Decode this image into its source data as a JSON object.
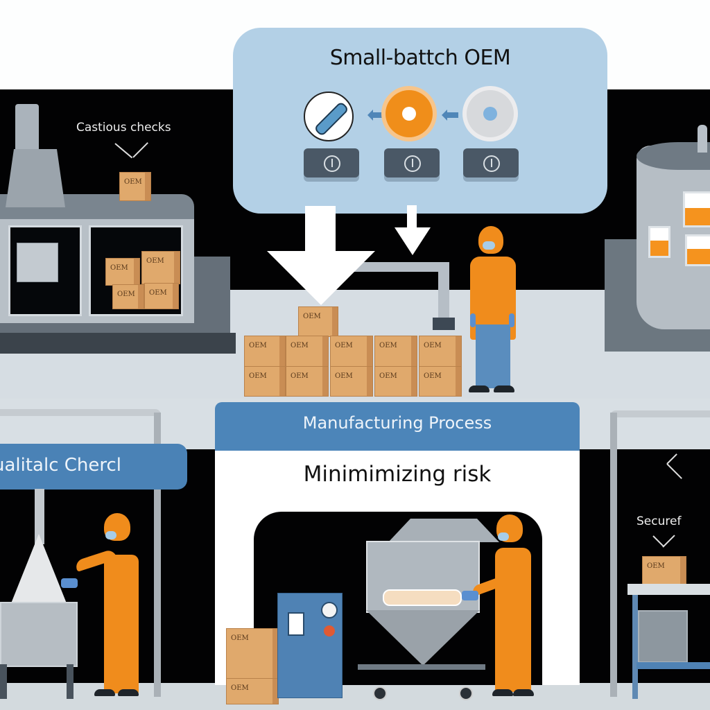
{
  "scene": {
    "title_panel": {
      "title": "Small-battch OEM",
      "process_icons": [
        {
          "name": "capsule-icon"
        },
        {
          "name": "orange-gear-icon"
        },
        {
          "name": "grey-gear-icon"
        }
      ],
      "control_buttons": 3
    },
    "labels": {
      "cautious_checks": "Castious checks",
      "manufacturing_process": "Manufacturing Process",
      "minimizing_risk": "Minimimizing  risk",
      "quality_check": "ualitalc Chercl",
      "secure": "Securef"
    },
    "boxes": {
      "stack_top": "OEM",
      "stack_label": "OEM",
      "stack_code": "OEM",
      "cautious_box": "OEM"
    },
    "colors": {
      "accent_blue": "#4c85b9",
      "panel_blue": "#b3d0e6",
      "worker_orange": "#f08c1c",
      "box_tan": "#e0a96c",
      "background_black": "#020203"
    }
  }
}
